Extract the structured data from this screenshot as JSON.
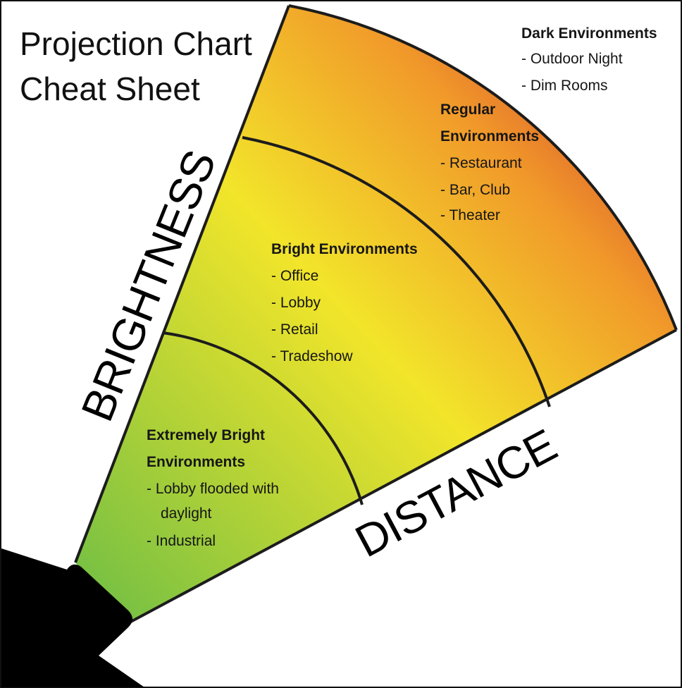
{
  "title": {
    "line1": "Projection Chart",
    "line2": "Cheat Sheet"
  },
  "axes": {
    "vertical": "BRIGHTNESS",
    "horizontal": "DISTANCE"
  },
  "zones": [
    {
      "id": "extremely-bright",
      "heading_lines": [
        "Extremely Bright",
        "Environments"
      ],
      "items": [
        "- Lobby flooded with",
        "daylight",
        "- Industrial"
      ]
    },
    {
      "id": "bright",
      "heading_lines": [
        "Bright Environments"
      ],
      "items": [
        "- Office",
        "- Lobby",
        "- Retail",
        "- Tradeshow"
      ]
    },
    {
      "id": "regular",
      "heading_lines": [
        "Regular",
        "Environments"
      ],
      "items": [
        "- Restaurant",
        "- Bar, Club",
        "- Theater"
      ]
    },
    {
      "id": "dark",
      "heading_lines": [
        "Dark Environments"
      ],
      "items": [
        "- Outdoor Night",
        "- Dim Rooms"
      ]
    }
  ],
  "colors": {
    "near": "#7cc242",
    "mid": "#f2e52a",
    "far": "#f19a2a",
    "farthest": "#c8202f",
    "projector": "#000000",
    "lines": "#1c1c1c"
  }
}
